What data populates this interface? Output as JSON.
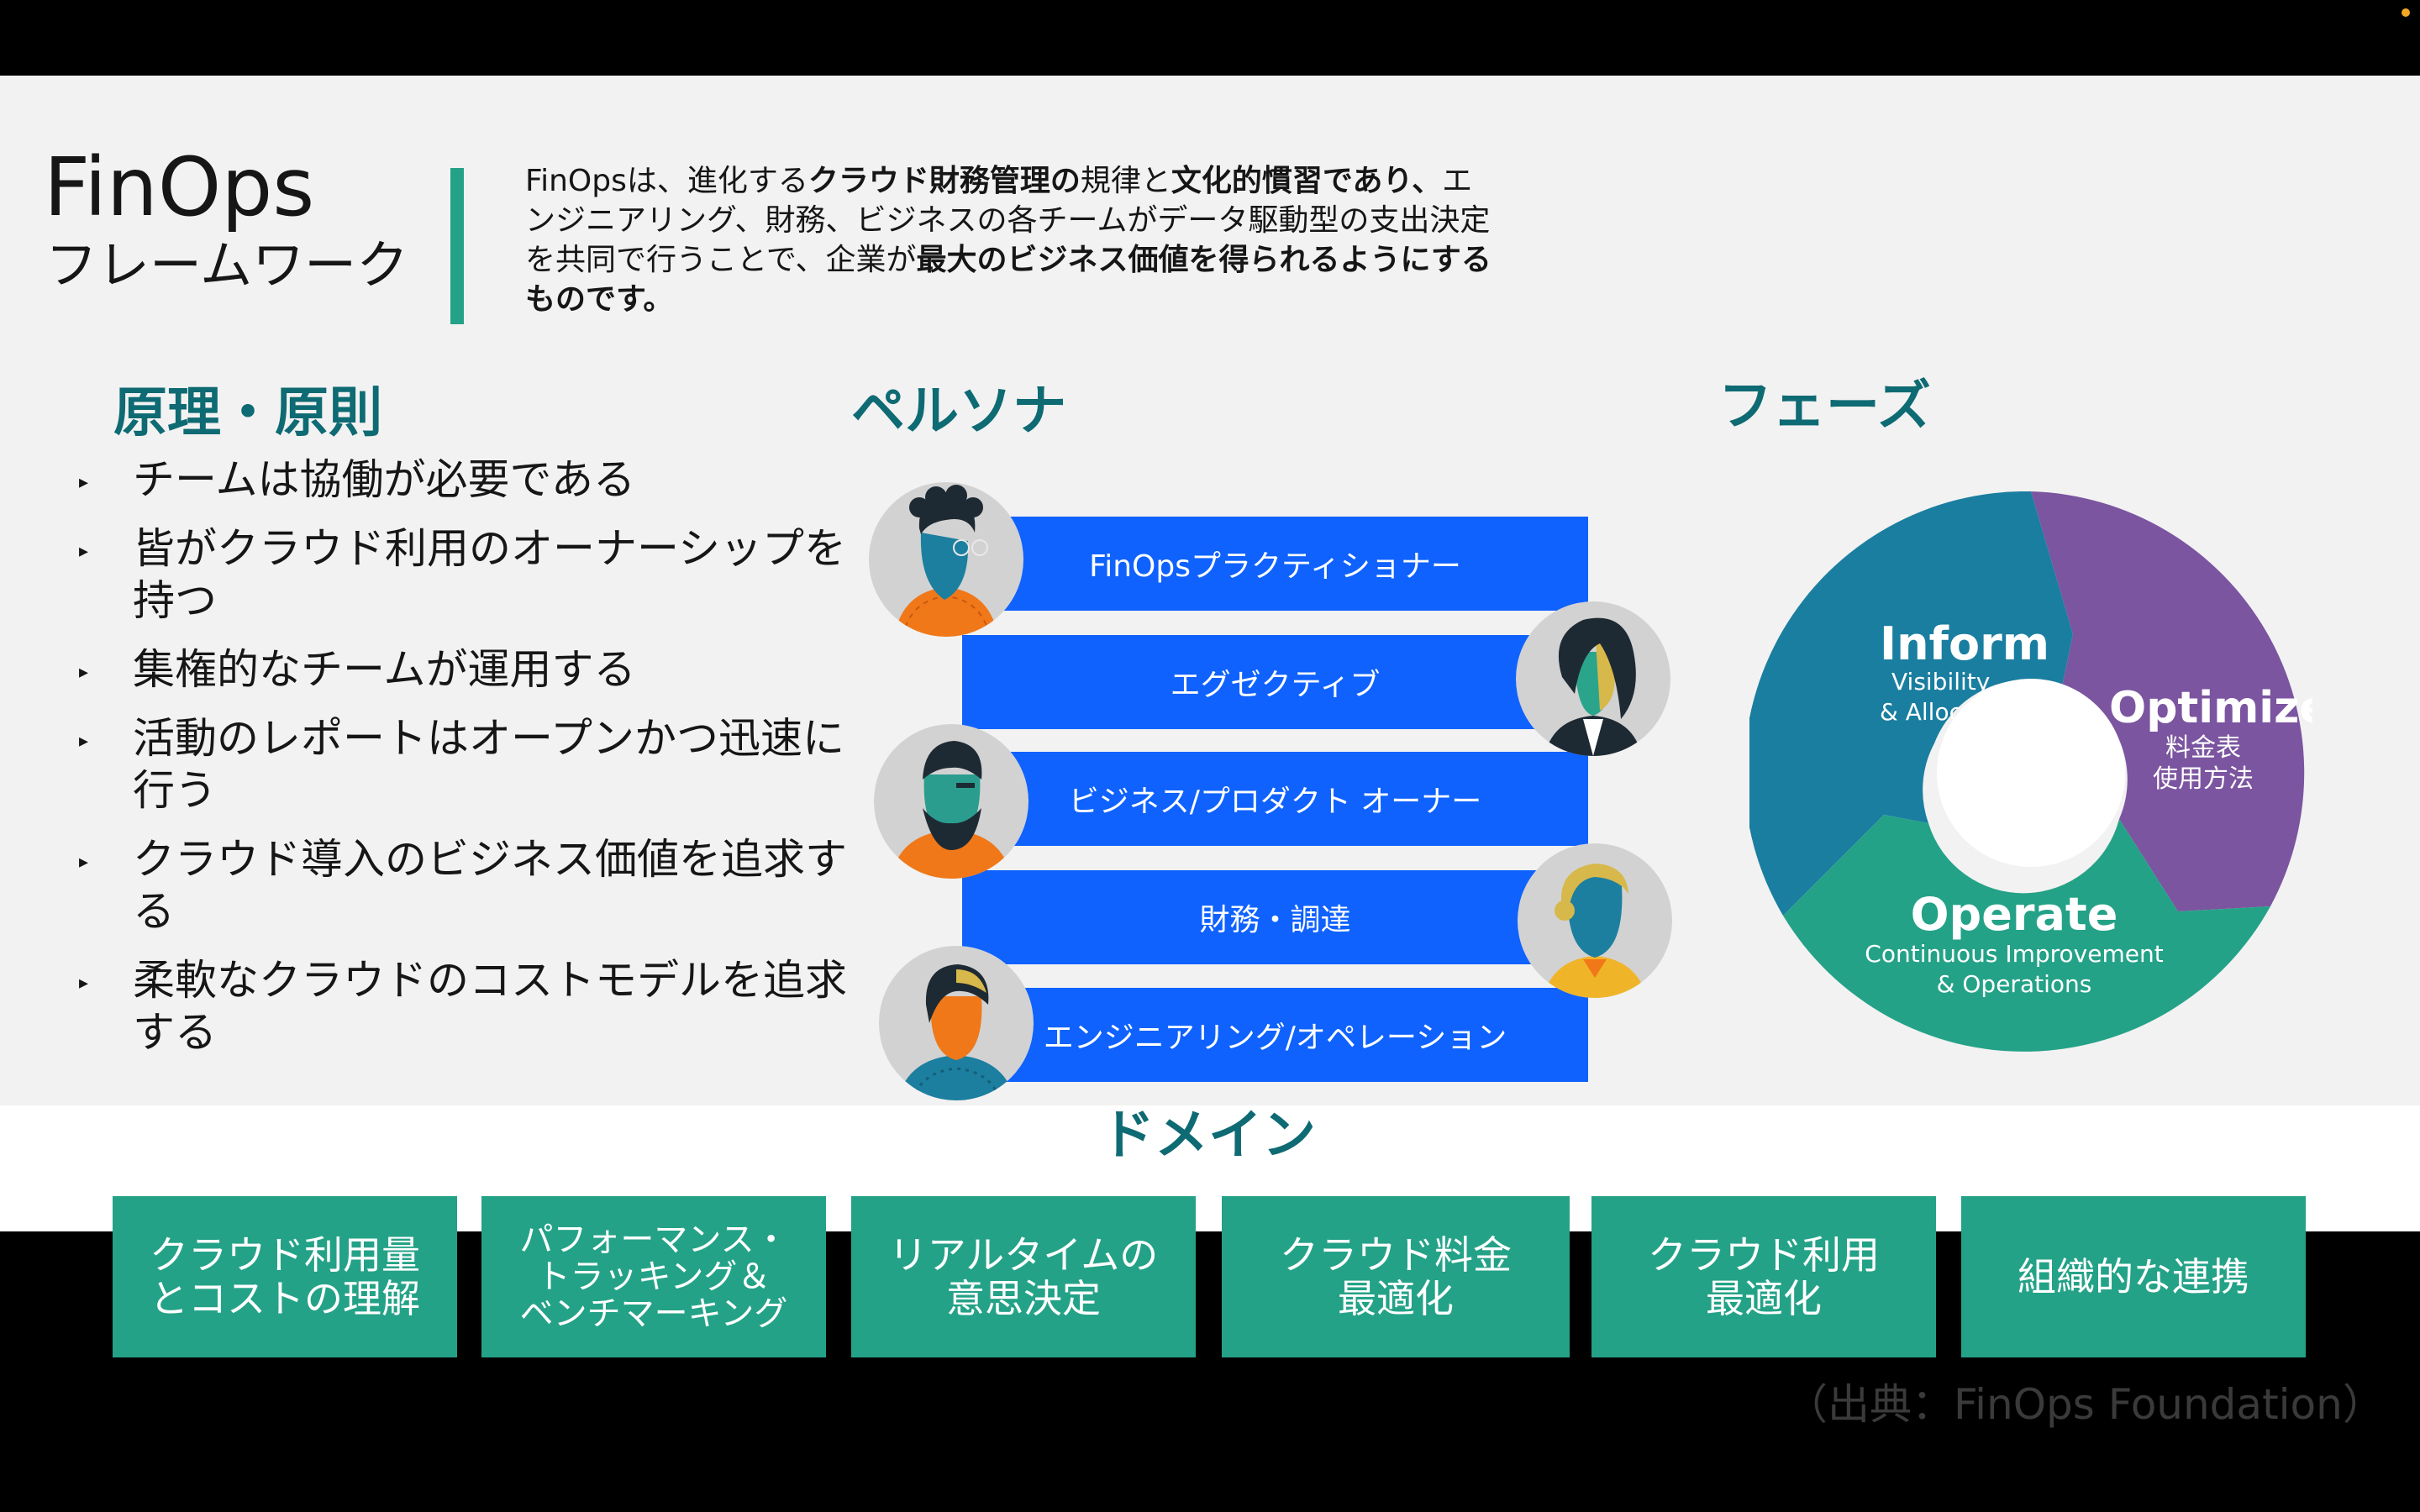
{
  "slide": {
    "title": "FinOps",
    "subtitle": "フレームワーク",
    "intro": [
      {
        "text": "FinOpsは、進化する",
        "bold": false
      },
      {
        "text": "クラウド財務管理の",
        "bold": true
      },
      {
        "text": "規律と",
        "bold": false
      },
      {
        "text": "文化的慣習であり、",
        "bold": true
      },
      {
        "text": "エンジニアリング、財務、ビジネスの各チームがデータ駆動型の支出決定を共同で行うことで、企業が",
        "bold": false
      },
      {
        "text": "最大のビジネス価値を得られるようにするものです。",
        "bold": true
      }
    ]
  },
  "principles": {
    "title": "原理・原則",
    "bullet": "▸",
    "items": [
      "チームは協働が必要である",
      "皆がクラウド利用のオーナーシップを持つ",
      "集権的なチームが運用する",
      "活動のレポートはオープンかつ迅速に行う",
      "クラウド導入のビジネス価値を追求する",
      "柔軟なクラウドのコストモデルを追求する"
    ]
  },
  "personas": {
    "title": "ペルソナ",
    "items": [
      "FinOpsプラクティショナー",
      "エグゼクティブ",
      "ビジネス/プロダクト オーナー",
      "財務・調達",
      "エンジニアリング/オペレーション"
    ],
    "colors": {
      "bar": "#0f62fe"
    }
  },
  "phases": {
    "title": "フェーズ",
    "inform": {
      "name": "Inform",
      "desc1": "Visibility",
      "desc2": "& Allocation",
      "color": "#1a7ea0"
    },
    "optimize": {
      "name": "Optimize",
      "desc1": "料金表",
      "desc2": "使用方法",
      "color": "#7b55a0"
    },
    "operate": {
      "name": "Operate",
      "desc1": "Continuous Improvement",
      "desc2": "& Operations",
      "color": "#24a287"
    }
  },
  "domains": {
    "title": "ドメイン",
    "items": [
      [
        "クラウド利用量",
        "とコストの理解"
      ],
      [
        "パフォーマンス・",
        "トラッキング＆",
        "ベンチマーキング"
      ],
      [
        "リアルタイムの",
        "意思決定"
      ],
      [
        "クラウド料金",
        "最適化"
      ],
      [
        "クラウド利用",
        "最適化"
      ],
      [
        "組織的な連携"
      ]
    ],
    "color": "#24a287"
  },
  "source": "（出典：FinOps Foundation）"
}
